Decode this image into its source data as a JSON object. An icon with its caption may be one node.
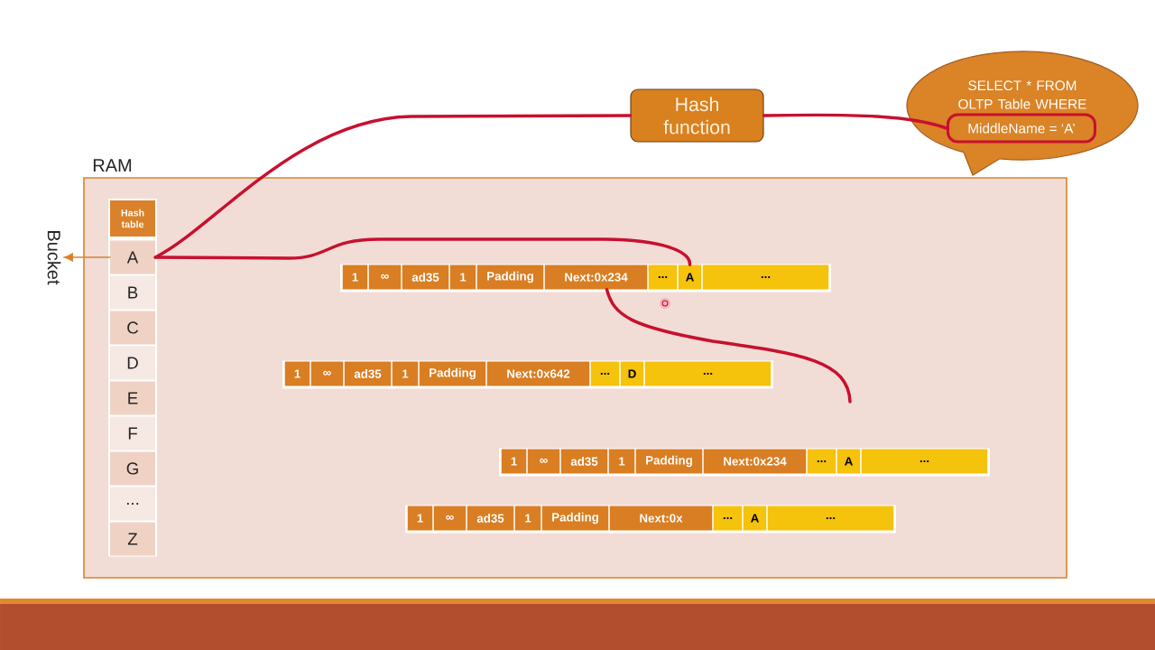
{
  "diagram": {
    "nodes": [
      {
        "text": [
          "Hash function"
        ]
      },
      {
        "text": [
          "SELECT * FROM OLTP Table WHERE"
        ]
      },
      {
        "text": [
          "MiddleName = ‘A’"
        ],
        "in": 1
      },
      {
        "text": [
          "RAM"
        ]
      },
      {
        "text": [
          "Bucket"
        ]
      },
      {
        "text": [
          "Hash table"
        ],
        "in": 3
      },
      {
        "text": [
          "A"
        ],
        "in": 3
      },
      {
        "text": [
          "B"
        ],
        "in": 3
      },
      {
        "text": [
          "C"
        ],
        "in": 3
      },
      {
        "text": [
          "D"
        ],
        "in": 3
      },
      {
        "text": [
          "E"
        ],
        "in": 3
      },
      {
        "text": [
          "F"
        ],
        "in": 3
      },
      {
        "text": [
          "G"
        ],
        "in": 3
      },
      {
        "text": [
          "..."
        ],
        "in": 3
      },
      {
        "text": [
          "Z"
        ],
        "in": 3
      },
      {
        "text": [],
        "shape": "bar",
        "in": 3
      },
      {
        "text": [
          "1"
        ],
        "in": 15
      },
      {
        "text": [
          "∞"
        ],
        "in": 15
      },
      {
        "text": [
          "ad35"
        ],
        "in": 15
      },
      {
        "text": [
          "1"
        ],
        "in": 15
      },
      {
        "text": [
          "Padding"
        ],
        "in": 15
      },
      {
        "text": [
          "Next:0x234"
        ],
        "in": 15
      },
      {
        "text": [
          "..."
        ],
        "in": 15
      },
      {
        "text": [
          "A"
        ],
        "in": 15
      },
      {
        "text": [
          "..."
        ],
        "in": 15
      },
      {
        "text": [],
        "shape": "bar",
        "in": 3
      },
      {
        "text": [
          "1"
        ],
        "in": 25
      },
      {
        "text": [
          "∞"
        ],
        "in": 25
      },
      {
        "text": [
          "ad35"
        ],
        "in": 25
      },
      {
        "text": [
          "1"
        ],
        "in": 25
      },
      {
        "text": [
          "Padding"
        ],
        "in": 25
      },
      {
        "text": [
          "Next:0x642"
        ],
        "in": 25
      },
      {
        "text": [
          "..."
        ],
        "in": 25
      },
      {
        "text": [
          "D"
        ],
        "in": 25
      },
      {
        "text": [
          "..."
        ],
        "in": 25
      },
      {
        "text": [],
        "shape": "bar",
        "in": 3
      },
      {
        "text": [
          "1"
        ],
        "in": 35
      },
      {
        "text": [
          "∞"
        ],
        "in": 35
      },
      {
        "text": [
          "ad35"
        ],
        "in": 35
      },
      {
        "text": [
          "1"
        ],
        "in": 35
      },
      {
        "text": [
          "Padding"
        ],
        "in": 35
      },
      {
        "text": [
          "Next:0x234"
        ],
        "in": 35
      },
      {
        "text": [
          "..."
        ],
        "in": 35
      },
      {
        "text": [
          "A"
        ],
        "in": 35
      },
      {
        "text": [
          "..."
        ],
        "in": 35
      },
      {
        "text": [],
        "shape": "bar",
        "in": 3
      },
      {
        "text": [
          "1"
        ],
        "in": 45
      },
      {
        "text": [
          "∞"
        ],
        "in": 45
      },
      {
        "text": [
          "ad35"
        ],
        "in": 45
      },
      {
        "text": [
          "1"
        ],
        "in": 45
      },
      {
        "text": [
          "Padding"
        ],
        "in": 45
      },
      {
        "text": [
          "Next:0x"
        ],
        "in": 45
      },
      {
        "text": [
          "..."
        ],
        "in": 45
      },
      {
        "text": [
          "A"
        ],
        "in": 45
      },
      {
        "text": [
          "..."
        ],
        "in": 45
      }
    ],
    "edges": [
      {
        "from": 0,
        "to": 2,
        "arrow": "none"
      },
      {
        "from": 0,
        "to": 6,
        "arrow": "none"
      },
      {
        "from": 6,
        "to": 23,
        "arrow": "none"
      },
      {
        "from": 21,
        "to": null,
        "arrow": "none"
      },
      {
        "from": 6,
        "to": 4,
        "arrow": "to",
        "color": "#d9822b"
      }
    ]
  }
}
